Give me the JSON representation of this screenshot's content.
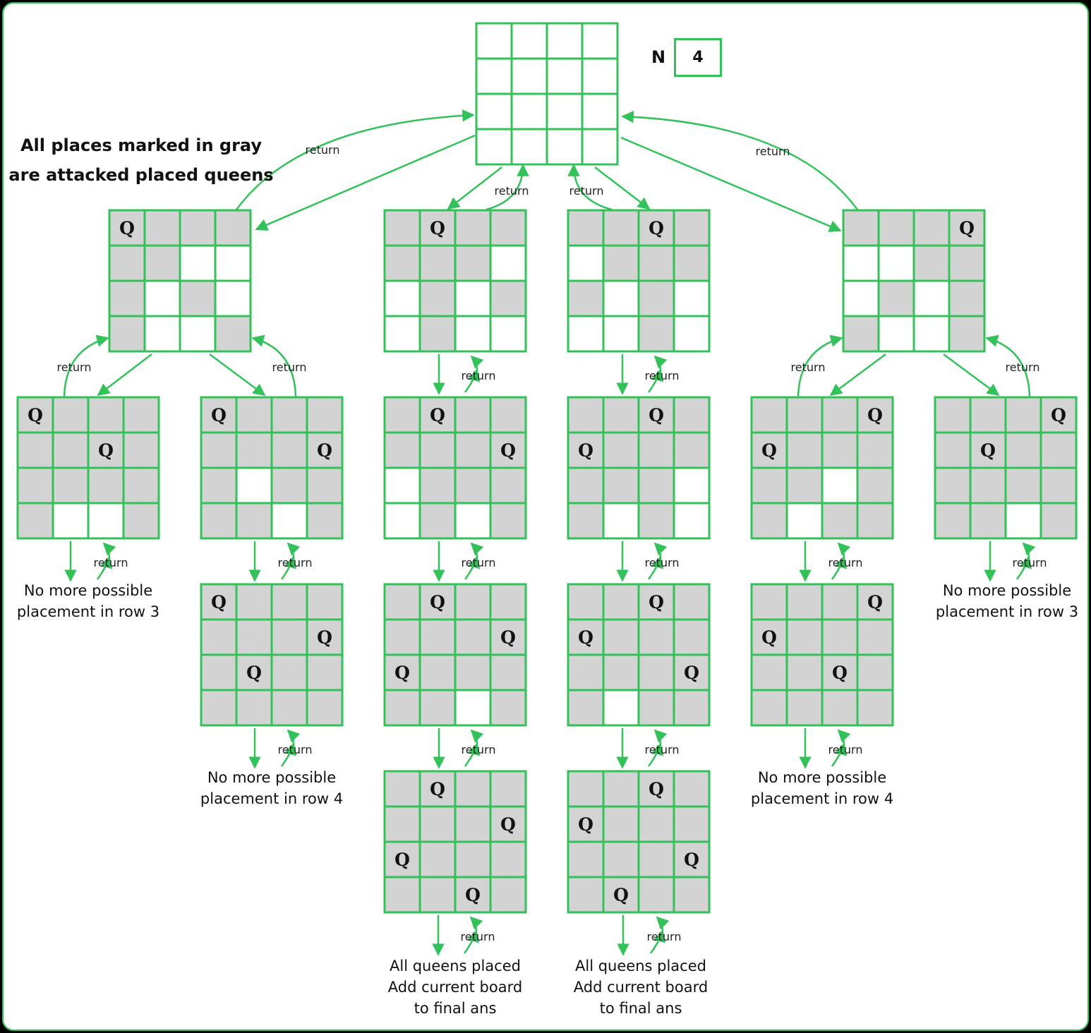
{
  "colors": {
    "line": "#33c159",
    "attacked": "#d3d3d3",
    "free": "#ffffff",
    "text": "#111111"
  },
  "legend": {
    "line1": "All places marked in gray",
    "line2": "are attacked placed queens"
  },
  "n_label": "N",
  "n_value": "4",
  "queen_symbol": "Q",
  "return_label": "return",
  "captions": {
    "no_more_row3": [
      "No more possible",
      "placement in row 3"
    ],
    "no_more_row4": [
      "No more possible",
      "placement in row 4"
    ],
    "all_placed": [
      "All queens placed",
      "Add current board",
      "to final ans"
    ]
  },
  "boards": [
    {
      "id": "root",
      "cells": [
        "....",
        "....",
        "....",
        "...."
      ]
    },
    {
      "id": "l1-a",
      "cells": [
        "Qggg",
        "gg..",
        "g.g.",
        "g..g"
      ]
    },
    {
      "id": "l1-b",
      "cells": [
        "gQgg",
        "ggg.",
        ".g.g",
        ".g.."
      ]
    },
    {
      "id": "l1-c",
      "cells": [
        "ggQg",
        ".ggg",
        "g.g.",
        "..g."
      ]
    },
    {
      "id": "l1-d",
      "cells": [
        "gggQ",
        "..gg",
        ".g.g",
        "g..g"
      ]
    },
    {
      "id": "l2-a",
      "cells": [
        "QggG",
        "ggQg",
        "gggg",
        "g..g"
      ]
    },
    {
      "id": "l2-b",
      "cells": [
        "Qggg",
        "gggQ",
        "g.gg",
        "gg.g"
      ]
    },
    {
      "id": "l2-c",
      "cells": [
        "gQgg",
        "gggQ",
        ".ggg",
        ".g.g"
      ]
    },
    {
      "id": "l2-d",
      "cells": [
        "ggQg",
        "Qggg",
        "ggg.",
        "g.g."
      ]
    },
    {
      "id": "l2-e",
      "cells": [
        "gggQ",
        "Qggg",
        "gg.g",
        "g.gg"
      ]
    },
    {
      "id": "l2-f",
      "cells": [
        "gggQ",
        "gQgg",
        "gggg",
        "gg.g"
      ]
    },
    {
      "id": "l3-b",
      "cells": [
        "Qggg",
        "gggQ",
        "gQgg",
        "gggg"
      ]
    },
    {
      "id": "l3-c",
      "cells": [
        "gQgg",
        "gggQ",
        "Qggg",
        "gg.g"
      ]
    },
    {
      "id": "l3-d",
      "cells": [
        "ggQg",
        "Qggg",
        "gggQ",
        "g.gg"
      ]
    },
    {
      "id": "l3-e",
      "cells": [
        "gggQ",
        "Qggg",
        "ggQg",
        "gggg"
      ]
    },
    {
      "id": "l4-c",
      "cells": [
        "gQgg",
        "gggQ",
        "Qggg",
        "ggQg"
      ]
    },
    {
      "id": "l4-d",
      "cells": [
        "ggQg",
        "Qggg",
        "gggQ",
        "gQgg"
      ]
    }
  ]
}
